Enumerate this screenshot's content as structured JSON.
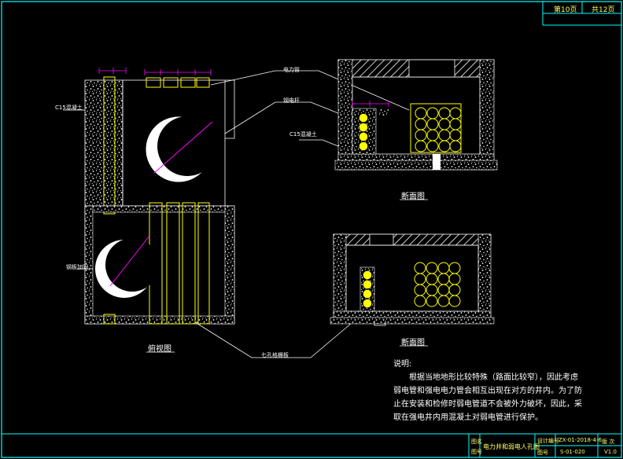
{
  "sheet": {
    "current_label": "第10页",
    "total_label": "共12页"
  },
  "plan_view": {
    "caption": "俯视图"
  },
  "section_top": {
    "caption": "断面图"
  },
  "section_bottom": {
    "caption": "断面图"
  },
  "callouts": {
    "power_pipe": "电力管",
    "steel_pipe": "钢电杆",
    "c15_concrete_left": "C15混凝土",
    "c15_concrete_mid": "C15混凝土",
    "steel_plate": "钢板加固",
    "cover_plate": "七孔格栅板"
  },
  "notes": {
    "heading": "说明:",
    "lines": [
      "根据当地地形比较特殊（路面比较窄），因此考虑",
      "弱电管和强电电力管会相互出现在对方的井内。为了防",
      "止在安装和检修时弱电管道不会被外力破坏，因此，采",
      "取在强电井内用混凝土对弱电管进行保护。"
    ]
  },
  "title_block": {
    "col_name": "图名",
    "col_no": "图号",
    "drawing_title": "电力井和弱电人孔图",
    "design_no_label": "设计编号",
    "design_no_value": "ZX-01-2018-4-6",
    "sheet_no_label": "图号",
    "sheet_no_value": "S-01-020",
    "version_label": "版 次",
    "version_value": "V1.0"
  }
}
